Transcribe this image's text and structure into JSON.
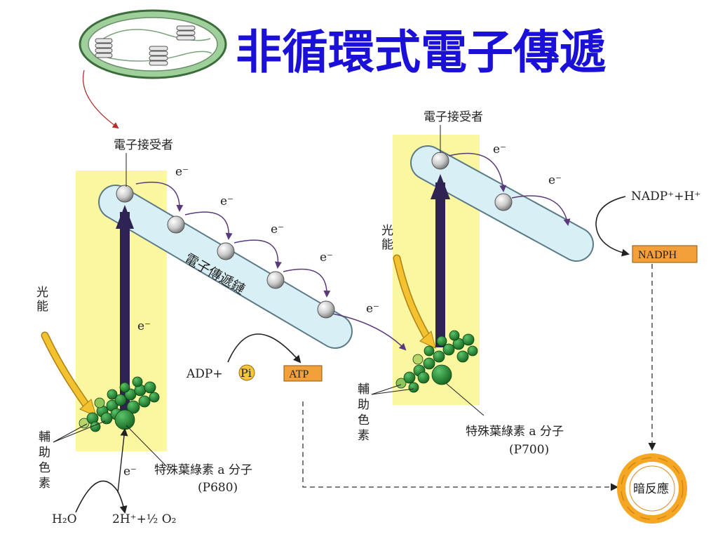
{
  "title": "非循環式電子傳遞",
  "electron": "e⁻",
  "acceptor_label": "電子接受者",
  "chain_label": "電子傳遞鏈",
  "light_energy": [
    "光",
    "能"
  ],
  "accessory_pigment": [
    "輔",
    "助",
    "色",
    "素"
  ],
  "reaction_center_1": {
    "name": "特殊葉綠素 a 分子",
    "code": "(P680)"
  },
  "reaction_center_2": {
    "name": "特殊葉綠素 a 分子",
    "code": "(P700)"
  },
  "adp": "ADP+",
  "pi": "Pi",
  "atp": "ATP",
  "nadp": "NADP⁺+H⁺",
  "nadph": "NADPH",
  "dark_reaction": "暗反應",
  "water": "H₂O",
  "water_products": "2H⁺+½ O₂",
  "colors": {
    "title": "#1a10d8",
    "highlight": "#fbf6a0",
    "chain_fill": "#d8f0f5",
    "arrow_purple": "#2e2352",
    "atp_box": "#f3a03a",
    "pi_circle": "#f5c53a",
    "ring": "#f5a623",
    "pigment_green": "#1f8a2c",
    "curved_arrow": "#5a3a7a",
    "light_arrow": "#f2c230"
  }
}
